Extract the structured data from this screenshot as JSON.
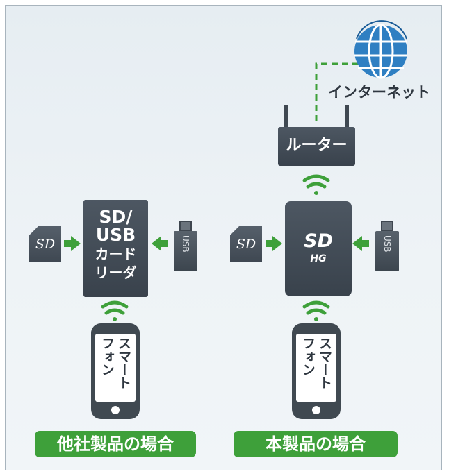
{
  "internet_label": "インターネット",
  "router_label": "ルーター",
  "reader": {
    "line1": "SD/",
    "line2": "USB",
    "line3": "カード",
    "line4": "リーダ"
  },
  "hg": {
    "line1": "SD",
    "line2": "HG"
  },
  "sd_card_label": "SD",
  "usb_label": "USB",
  "phone": {
    "col1": "スマート",
    "col2": "フォン"
  },
  "captions": {
    "left": "他社製品の場合",
    "right": "本製品の場合"
  },
  "colors": {
    "green": "#3ea03a",
    "device": "#434c56",
    "background": "#e9eff3"
  },
  "icons": [
    "globe-icon",
    "wifi-icon",
    "arrow-right-icon",
    "arrow-left-icon",
    "sd-card-icon",
    "usb-stick-icon",
    "smartphone-icon",
    "router-icon"
  ]
}
